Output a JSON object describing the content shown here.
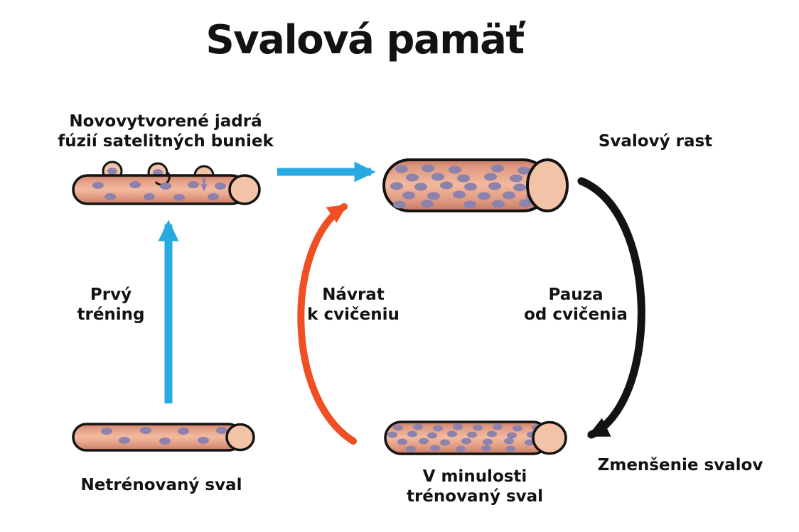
{
  "title": "Svalová pamäť",
  "colors": {
    "blue": "#29A9E1",
    "orange": "#F04E23",
    "black": "#131313",
    "outline": "#131313",
    "nucleus": "#8D82AC",
    "muscle_dark": "#C47A63",
    "muscle_mid": "#E09880",
    "muscle_light": "#F2BA9F",
    "muscle_cap": "#F3C3A8",
    "text": "#121212",
    "background": "#FFFFFF"
  },
  "diagram": {
    "nodes": [
      {
        "id": "satellite-muscle",
        "label_lines": [
          "Novovytvorené jadrá",
          "fúzií satelitných buniek"
        ],
        "nuclei_count": 9,
        "satellite_cells": 3
      },
      {
        "id": "grown-muscle",
        "label_lines": [
          "Svalový rast"
        ],
        "nuclei_count": 28,
        "satellite_cells": 0
      },
      {
        "id": "untrained-muscle",
        "label_lines": [
          "Netrénovaný sval"
        ],
        "nuclei_count": 8,
        "satellite_cells": 0
      },
      {
        "id": "previously-trained-muscle",
        "label_lines": [
          "V minulosti",
          "trénovaný sval"
        ],
        "nuclei_count": 28,
        "satellite_cells": 0
      },
      {
        "id": "shrink-note",
        "label_lines": [
          "Zmenšenie svalov"
        ]
      }
    ],
    "edges": [
      {
        "id": "first-training",
        "label_lines": [
          "Prvý",
          "tréning"
        ],
        "color": "blue",
        "from": "untrained-muscle",
        "to": "satellite-muscle"
      },
      {
        "id": "growth",
        "label_lines": [],
        "color": "blue",
        "from": "satellite-muscle",
        "to": "grown-muscle"
      },
      {
        "id": "pause",
        "label_lines": [
          "Pauza",
          "od cvičenia"
        ],
        "color": "black",
        "from": "grown-muscle",
        "to": "previously-trained-muscle"
      },
      {
        "id": "return",
        "label_lines": [
          "Návrat",
          "k cvičeniu"
        ],
        "color": "orange",
        "from": "previously-trained-muscle",
        "to": "grown-muscle"
      },
      {
        "id": "satellite-fusion",
        "label_lines": [],
        "color": "nucleus",
        "from": "satellite-cell",
        "to": "satellite-muscle"
      }
    ]
  }
}
